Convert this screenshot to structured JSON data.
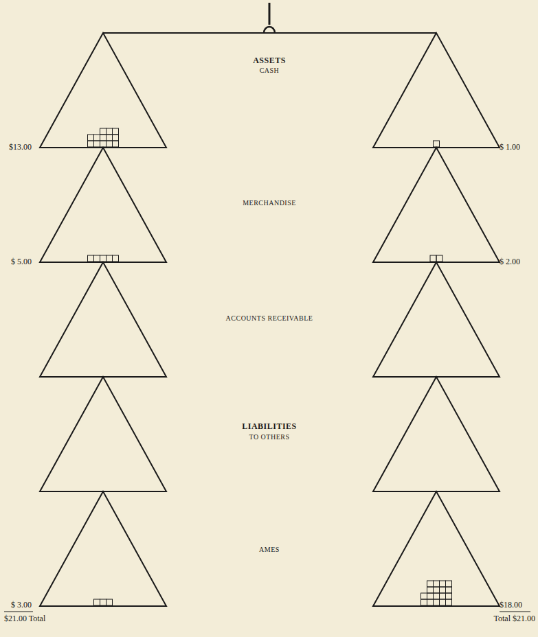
{
  "diagram": {
    "labels": [
      "ASSETS",
      "CASH",
      "$13.00",
      "$ 1.00",
      "MERCHANDISE",
      "$ 5.00",
      "$ 2.00",
      "ACCOUNTS RECEIVABLE",
      "LIABILITIES",
      "TO OTHERS",
      "AMES",
      "$ 3.00",
      "$21.00 Total",
      "$18.00",
      "Total $21.00"
    ]
  }
}
